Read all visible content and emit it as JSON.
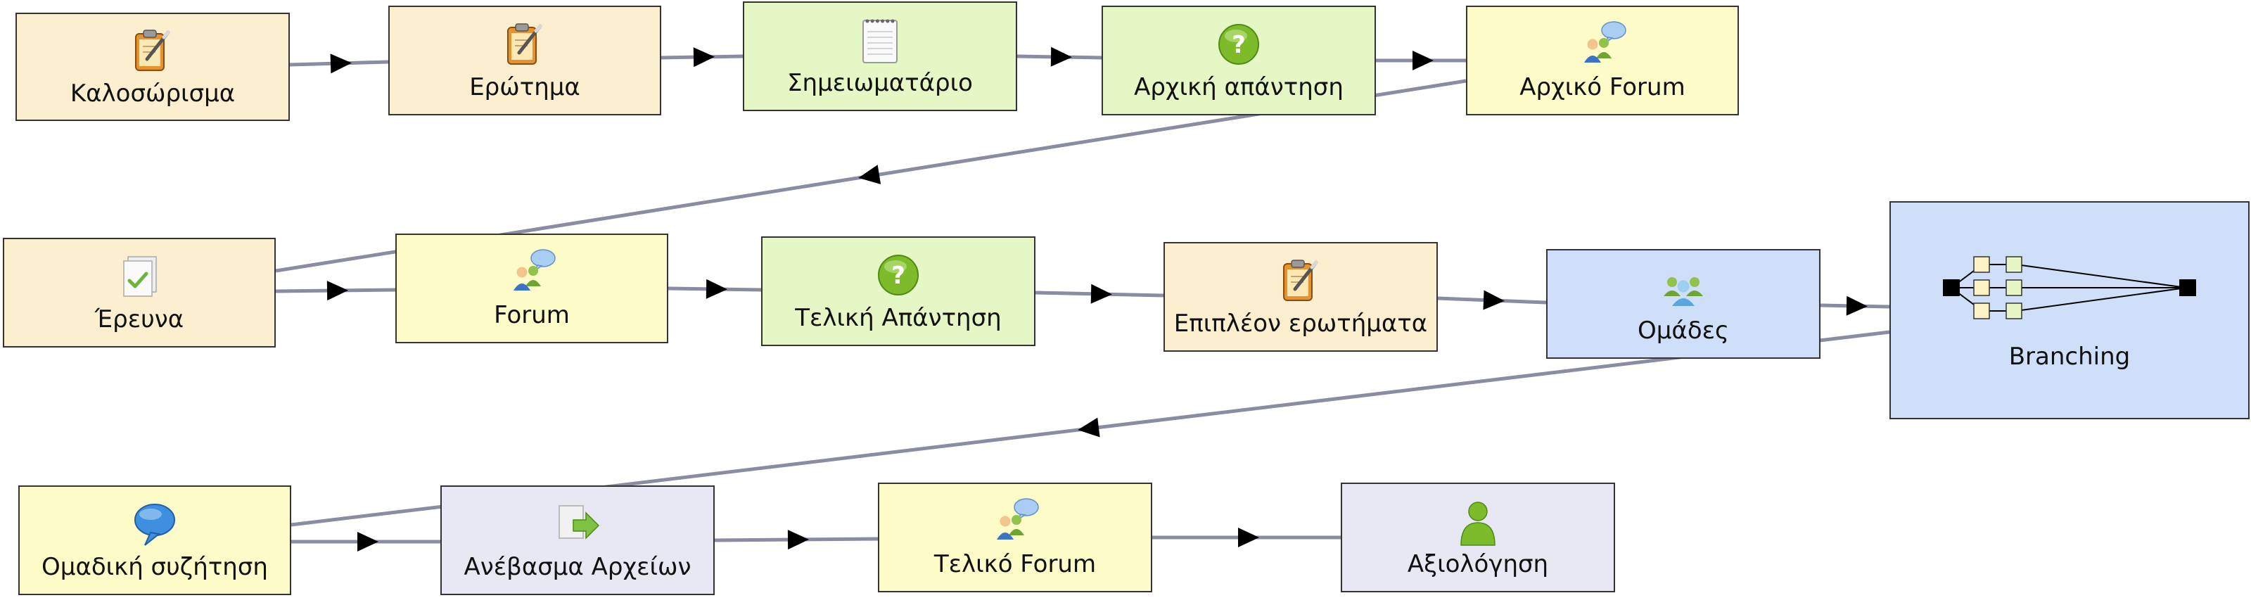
{
  "colors": {
    "edge": "#8a8ca4",
    "arrow": "#000000",
    "node_border": "#333333"
  },
  "nodes": [
    {
      "id": "n1",
      "label": "Καλοσώρισμα",
      "fill": "#fcefd0",
      "icon": "clipboard-pencil-icon"
    },
    {
      "id": "n2",
      "label": "Ερώτημα",
      "fill": "#fcefd0",
      "icon": "clipboard-pencil-icon"
    },
    {
      "id": "n3",
      "label": "Σημειωματάριο",
      "fill": "#e6f7c6",
      "icon": "notepad-icon"
    },
    {
      "id": "n4",
      "label": "Αρχική απάντηση",
      "fill": "#e6f7c6",
      "icon": "question-mark-icon"
    },
    {
      "id": "n5",
      "label": "Αρχικό Forum",
      "fill": "#fdfbc7",
      "icon": "forum-users-icon"
    },
    {
      "id": "n6",
      "label": "Έρευνα",
      "fill": "#fcefd0",
      "icon": "survey-checkmark-icon"
    },
    {
      "id": "n7",
      "label": "Forum",
      "fill": "#fdfbc7",
      "icon": "forum-users-icon"
    },
    {
      "id": "n8",
      "label": "Τελική Απάντηση",
      "fill": "#e6f7c6",
      "icon": "question-mark-icon"
    },
    {
      "id": "n9",
      "label": "Επιπλέον ερωτήματα",
      "fill": "#fcefd0",
      "icon": "clipboard-pencil-icon"
    },
    {
      "id": "n10",
      "label": "Ομάδες",
      "fill": "#cfdffa",
      "icon": "group-users-icon"
    },
    {
      "id": "n11",
      "label": "Branching",
      "fill": "#cfdffa",
      "icon": "branching-icon"
    },
    {
      "id": "n12",
      "label": "Ομαδική συζήτηση",
      "fill": "#fdfbc7",
      "icon": "speech-bubble-icon"
    },
    {
      "id": "n13",
      "label": "Ανέβασμα Αρχείων",
      "fill": "#e8e8f5",
      "icon": "file-upload-icon"
    },
    {
      "id": "n14",
      "label": "Τελικό Forum",
      "fill": "#fdfbc7",
      "icon": "forum-users-icon"
    },
    {
      "id": "n15",
      "label": "Αξιολόγηση",
      "fill": "#e8e8f5",
      "icon": "user-icon"
    }
  ],
  "edges": [
    {
      "from": "n1",
      "to": "n2"
    },
    {
      "from": "n2",
      "to": "n3"
    },
    {
      "from": "n3",
      "to": "n4"
    },
    {
      "from": "n4",
      "to": "n5"
    },
    {
      "from": "n5",
      "to": "n6"
    },
    {
      "from": "n6",
      "to": "n7"
    },
    {
      "from": "n7",
      "to": "n8"
    },
    {
      "from": "n8",
      "to": "n9"
    },
    {
      "from": "n9",
      "to": "n10"
    },
    {
      "from": "n10",
      "to": "n11"
    },
    {
      "from": "n11",
      "to": "n12"
    },
    {
      "from": "n12",
      "to": "n13"
    },
    {
      "from": "n13",
      "to": "n14"
    },
    {
      "from": "n14",
      "to": "n15"
    }
  ]
}
